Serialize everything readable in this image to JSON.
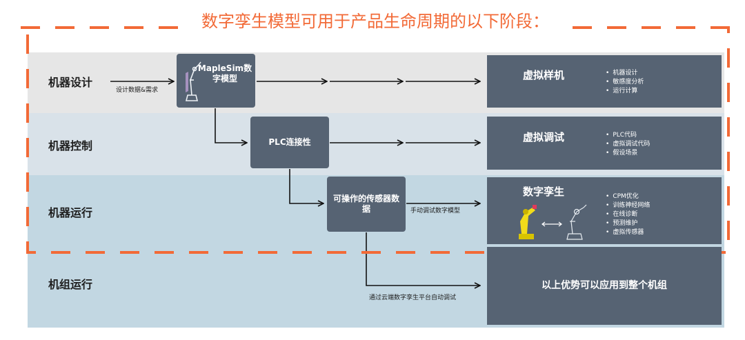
{
  "title": "数字孪生模型可用于产品生命周期的以下阶段：",
  "colors": {
    "accent": "#f26a37",
    "box": "#566373",
    "band_gray": "#e6e6e6",
    "band_light_blue": "#d9e2e9",
    "band_blue": "#c2d7e2"
  },
  "rows": [
    {
      "label": "机器设计"
    },
    {
      "label": "机器控制"
    },
    {
      "label": "机器运行"
    },
    {
      "label": "机组运行"
    }
  ],
  "boxes": {
    "maplesim": {
      "label": "MapleSim数字模型",
      "icon": "robot-arm-wireframe-icon"
    },
    "plc": {
      "label": "PLC连接性"
    },
    "sensor": {
      "label": "可操作的传感器数据"
    }
  },
  "edge_labels": {
    "design_data": "设计数据&需求",
    "manual_tune": "手动调试数字模型",
    "cloud_tune": "通过云端数字孪生平台自动调试"
  },
  "results": [
    {
      "title": "虚拟样机",
      "items": [
        "机器设计",
        "敏感度分析",
        "运行计算"
      ]
    },
    {
      "title": "虚拟调试",
      "items": [
        "PLC代码",
        "虚拟调试代码",
        "假设场景"
      ]
    },
    {
      "title": "数字孪生",
      "items": [
        "CPM优化",
        "训练神经网络",
        "在线诊断",
        "预测维护",
        "虚拟传感器"
      ],
      "icon": "robot-twin-icon"
    },
    {
      "title": "以上优势可以应用到整个机组",
      "items": []
    }
  ]
}
